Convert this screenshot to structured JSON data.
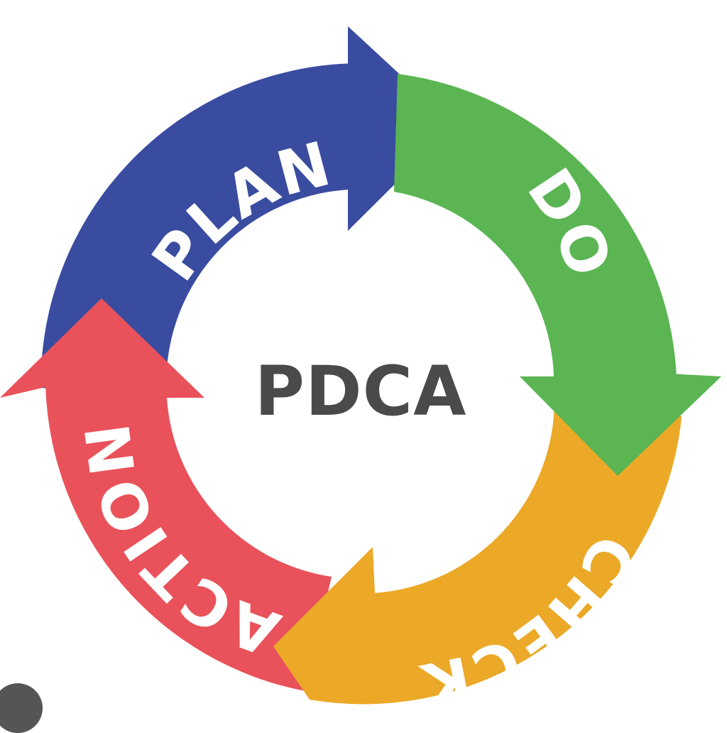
{
  "diagram": {
    "center_label": "PDCA",
    "center_color": "#4a4a4a",
    "segments": [
      {
        "key": "plan",
        "label": "PLAN",
        "color": "#3a4ca0"
      },
      {
        "key": "do",
        "label": "DO",
        "color": "#5ab552"
      },
      {
        "key": "check",
        "label": "CHECK",
        "color": "#eba927"
      },
      {
        "key": "action",
        "label": "ACTION",
        "color": "#e9525a"
      }
    ]
  }
}
